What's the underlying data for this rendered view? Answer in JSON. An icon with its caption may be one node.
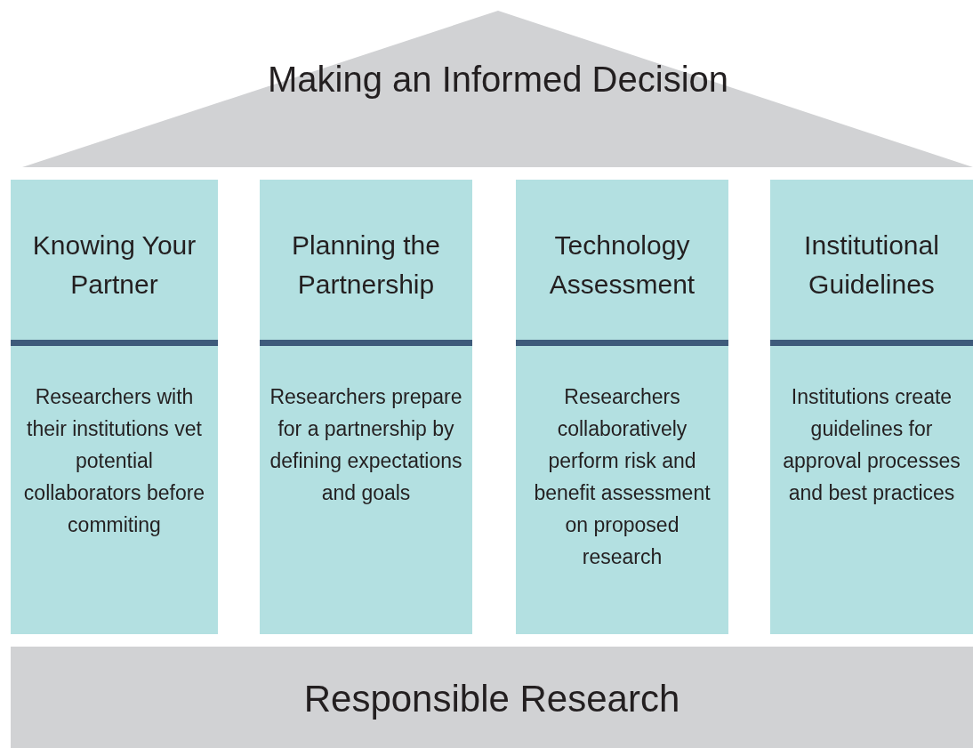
{
  "diagram": {
    "nodes": [
      {
        "text": [
          "Making an Informed Decision"
        ]
      },
      {
        "text": [
          "Knowing Your Partner",
          "Researchers with their institutions vet potential collaborators before commiting"
        ]
      },
      {
        "text": [
          "Planning the Partnership",
          "Researchers prepare for a partnership by defining expectations and goals"
        ]
      },
      {
        "text": [
          "Technology Assessment",
          "Researchers collaboratively perform risk and benefit assessment on proposed research"
        ]
      },
      {
        "text": [
          "Institutional Guidelines",
          "Institutions create guidelines for approval processes and best practices"
        ]
      },
      {
        "text": [
          "Responsible Research"
        ]
      }
    ],
    "edges": []
  }
}
